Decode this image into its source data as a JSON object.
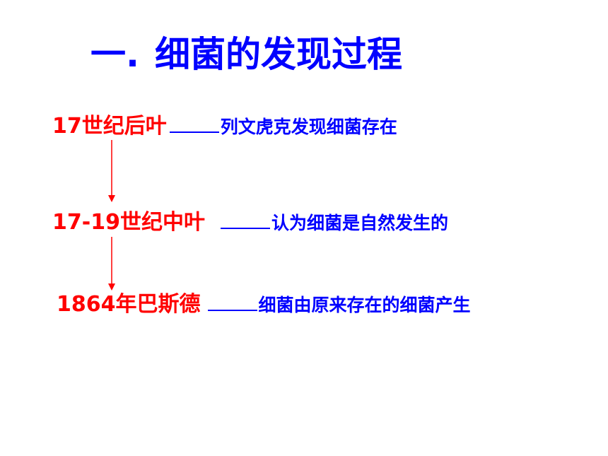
{
  "slide": {
    "title_number": "一.",
    "title_text": "细菌的发现过程",
    "timeline": [
      {
        "era": "17世纪后叶",
        "event": "列文虎克发现细菌存在"
      },
      {
        "era": "17-19世纪中叶",
        "event": "认为细菌是自然发生的"
      },
      {
        "era": "1864年巴斯德",
        "event": "细菌由原来存在的细菌产生"
      }
    ]
  },
  "colors": {
    "title": "#0000ff",
    "era": "#ff0000",
    "event": "#0000ff",
    "arrow": "#ff0000"
  }
}
